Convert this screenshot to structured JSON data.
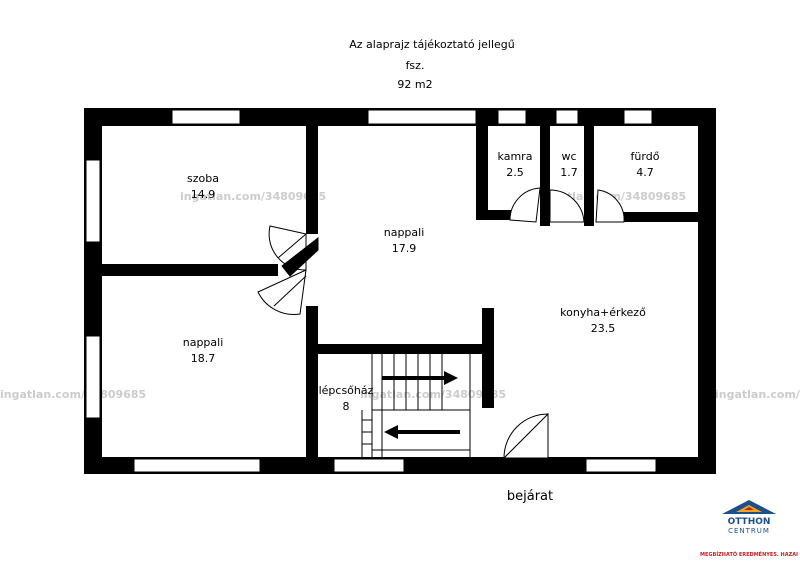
{
  "header": {
    "note": "Az alaprajz tájékoztató jellegű",
    "floor": "fsz.",
    "area": "92 m2"
  },
  "rooms": [
    {
      "id": "szoba",
      "name": "szoba",
      "area": "14.9"
    },
    {
      "id": "nappali1",
      "name": "nappali",
      "area": "17.9"
    },
    {
      "id": "kamra",
      "name": "kamra",
      "area": "2.5"
    },
    {
      "id": "wc",
      "name": "wc",
      "area": "1.7"
    },
    {
      "id": "furdo",
      "name": "fürdő",
      "area": "4.7"
    },
    {
      "id": "nappali2",
      "name": "nappali",
      "area": "18.7"
    },
    {
      "id": "konyha",
      "name": "konyha+érkező",
      "area": "23.5"
    },
    {
      "id": "lepcsohaz",
      "name": "lépcsőház",
      "area": "8"
    }
  ],
  "entrance": "bejárat",
  "watermark": "ingatlan.com/34809685",
  "logo": {
    "line1": "OTTHON",
    "line2": "CENTRUM",
    "tagline": "MEGBÍZHATÓ EREDMÉNYES. HAZAI",
    "colors": {
      "blue": "#1a4f8c",
      "orange": "#f2a51a",
      "red": "#c2211f"
    }
  }
}
